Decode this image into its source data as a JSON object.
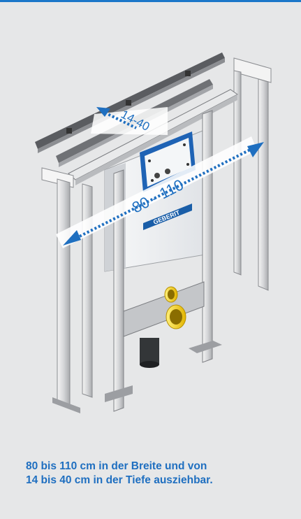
{
  "figure": {
    "width_label": "80 - 110",
    "depth_label": "14-40",
    "brand_label": "GEBERIT"
  },
  "caption": {
    "line1": "80 bis 110 cm in der Breite und  von",
    "line2": "14 bis 40 cm in der Tiefe ausziehbar."
  },
  "colors": {
    "accent_blue": "#1f6fc0",
    "background": "#e6e7e8",
    "pipe_yellow": "#f2c811"
  }
}
